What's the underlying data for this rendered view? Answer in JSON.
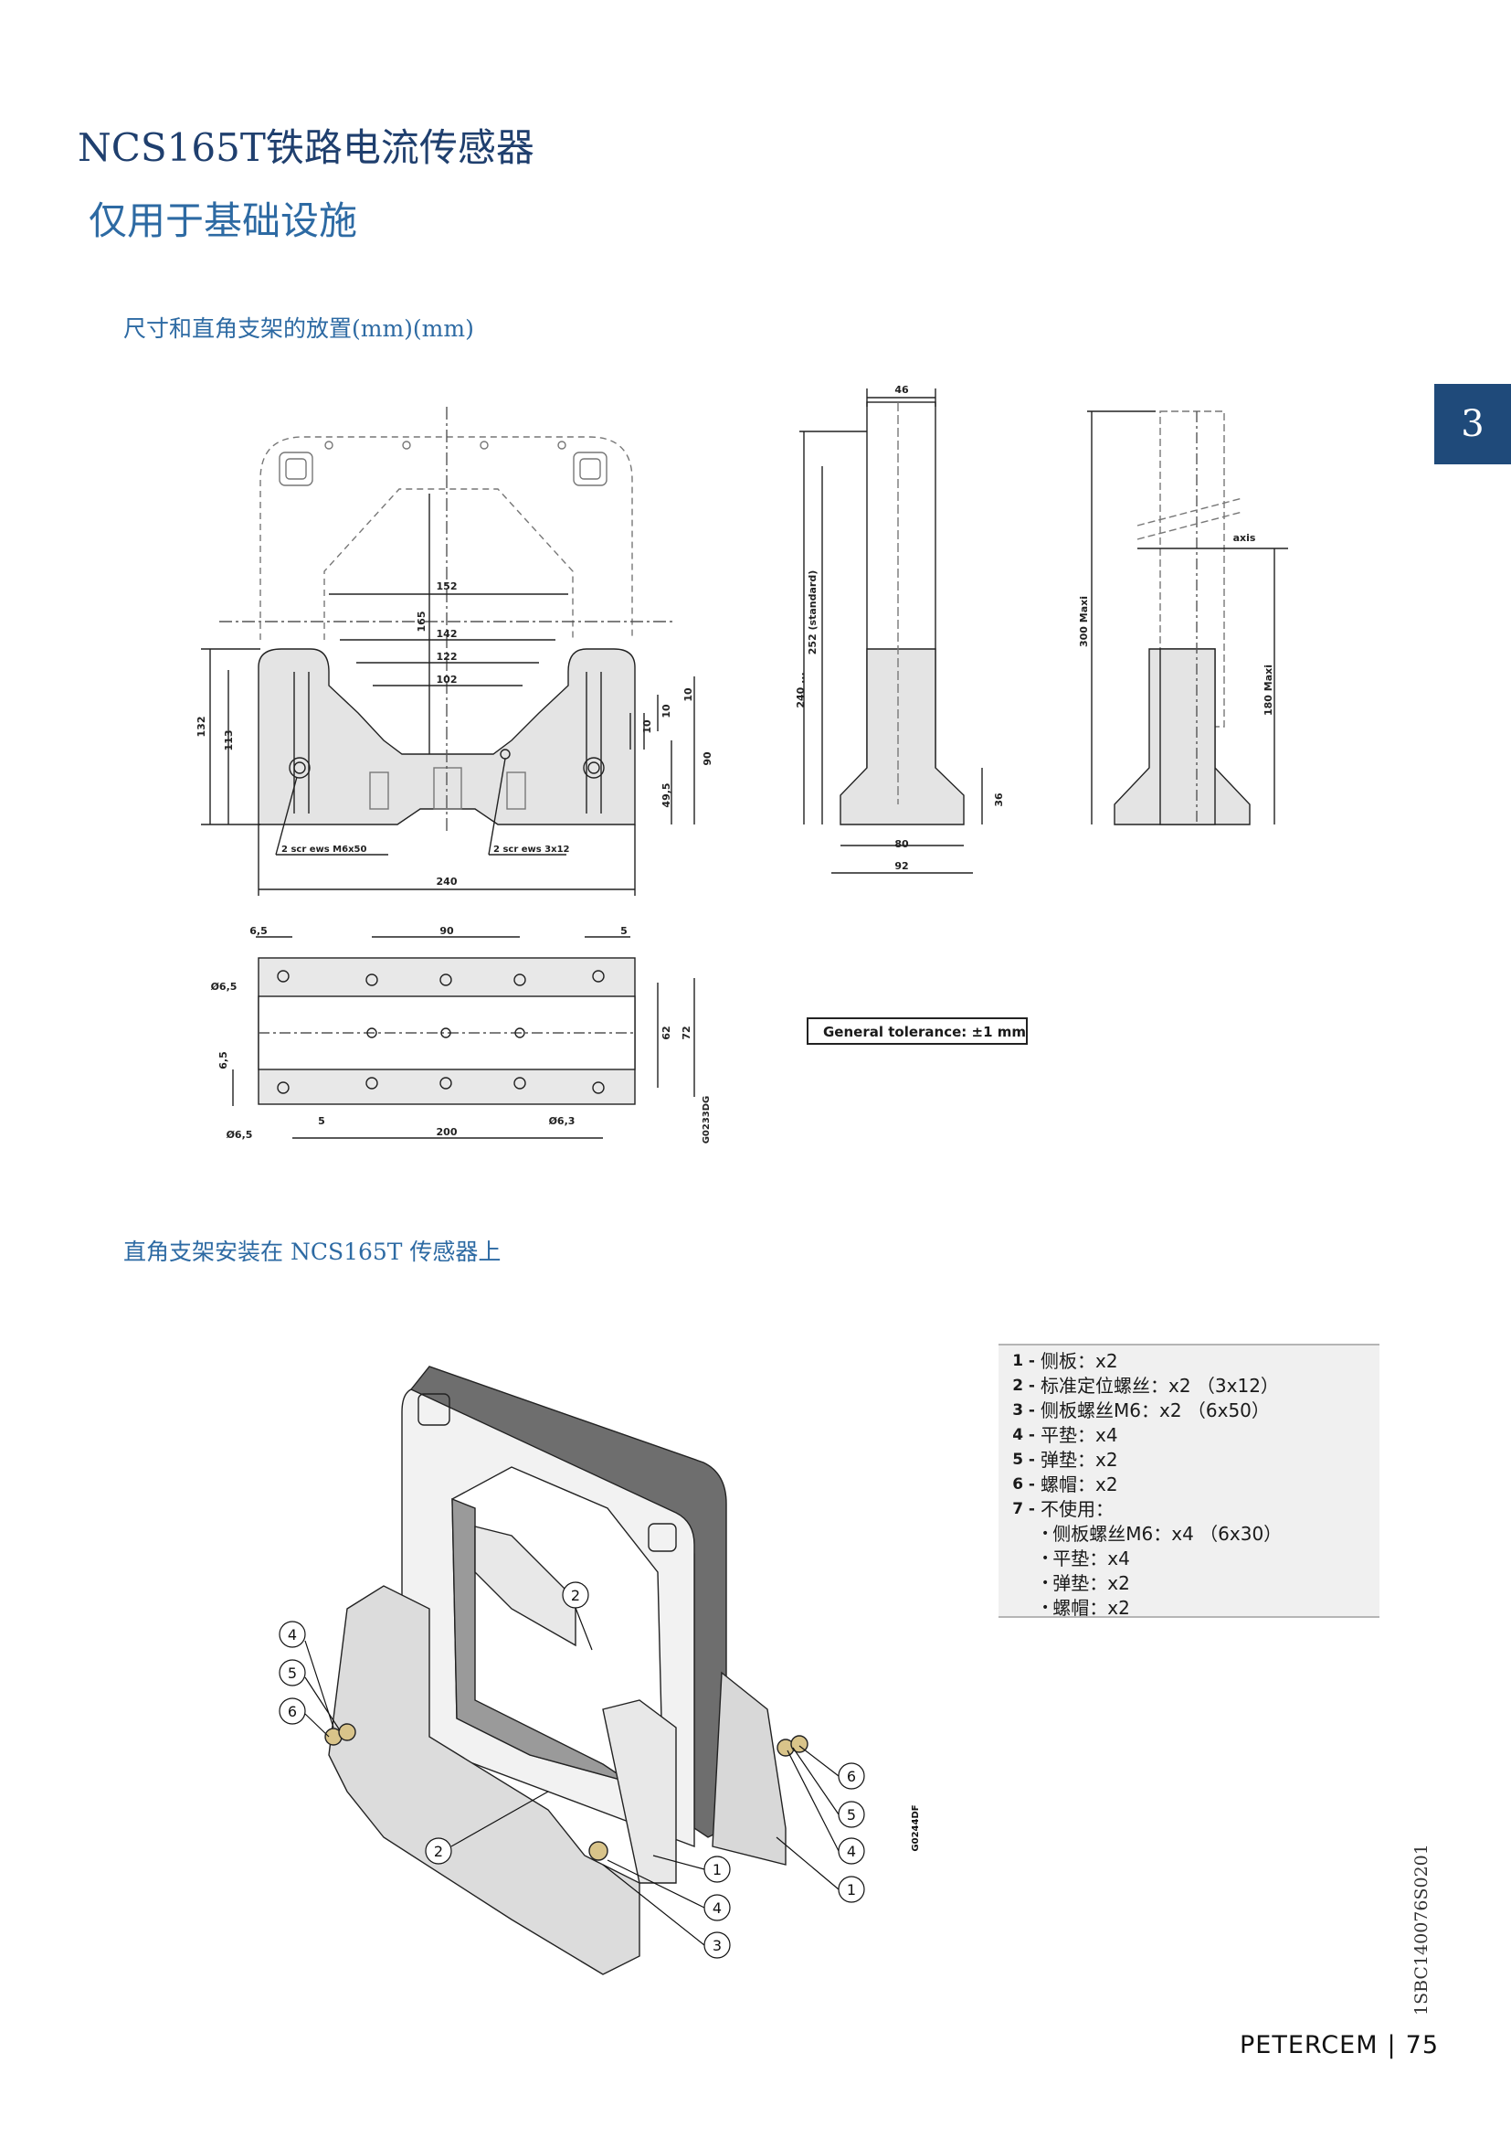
{
  "header": {
    "title": "NCS165T铁路电流传感器",
    "subtitle": "仅用于基础设施"
  },
  "chapter_tab": "3",
  "section1": {
    "heading": "尺寸和直角支架的放置(mm)(mm)",
    "front_view": {
      "dims": [
        "152",
        "165",
        "142",
        "122",
        "102",
        "132",
        "113",
        "10",
        "10",
        "10",
        "90",
        "49,5",
        "240"
      ],
      "screw_labels": [
        "2 scr ews M6x50",
        "2 scr ews 3x12"
      ]
    },
    "side_view": {
      "dims": [
        "46",
        "252 (standard)",
        "240 ...",
        "36",
        "80",
        "92"
      ]
    },
    "mount_view": {
      "dims": [
        "300 Maxi",
        "180 Maxi"
      ],
      "axis_label": "axis"
    },
    "top_view": {
      "dims": [
        "6,5",
        "90",
        "5",
        "Ø6,5",
        "6,5",
        "62",
        "72",
        "Ø6,5",
        "5",
        "200",
        "Ø6,3"
      ],
      "drawing_code": "G0233DG"
    },
    "tolerance_note": "General tolerance: ±1 mm"
  },
  "section2": {
    "heading": "直角支架安装在 NCS165T 传感器上",
    "drawing_code": "G0244DF",
    "callouts_left": [
      "4",
      "5",
      "6",
      "2"
    ],
    "callouts_center": [
      "2",
      "1",
      "4",
      "3"
    ],
    "callouts_right": [
      "6",
      "5",
      "4",
      "1"
    ]
  },
  "legend": {
    "items": [
      {
        "num": "1 -",
        "text": "侧板：x2"
      },
      {
        "num": "2 -",
        "text": "标准定位螺丝：x2 （3x12）"
      },
      {
        "num": "3 -",
        "text": "侧板螺丝M6：x2 （6x50）"
      },
      {
        "num": "4 -",
        "text": "平垫：x4"
      },
      {
        "num": "5 -",
        "text": "弹垫：x2"
      },
      {
        "num": "6 -",
        "text": "螺帽：x2"
      },
      {
        "num": "7 -",
        "text": "不使用："
      }
    ],
    "subitems": [
      "侧板螺丝M6：x4 （6x30）",
      "平垫：x4",
      "弹垫：x2",
      "螺帽：x2"
    ]
  },
  "doc_code": "1SBC140076S0201",
  "footer": {
    "brand": "PETERCEM",
    "page": "75"
  }
}
